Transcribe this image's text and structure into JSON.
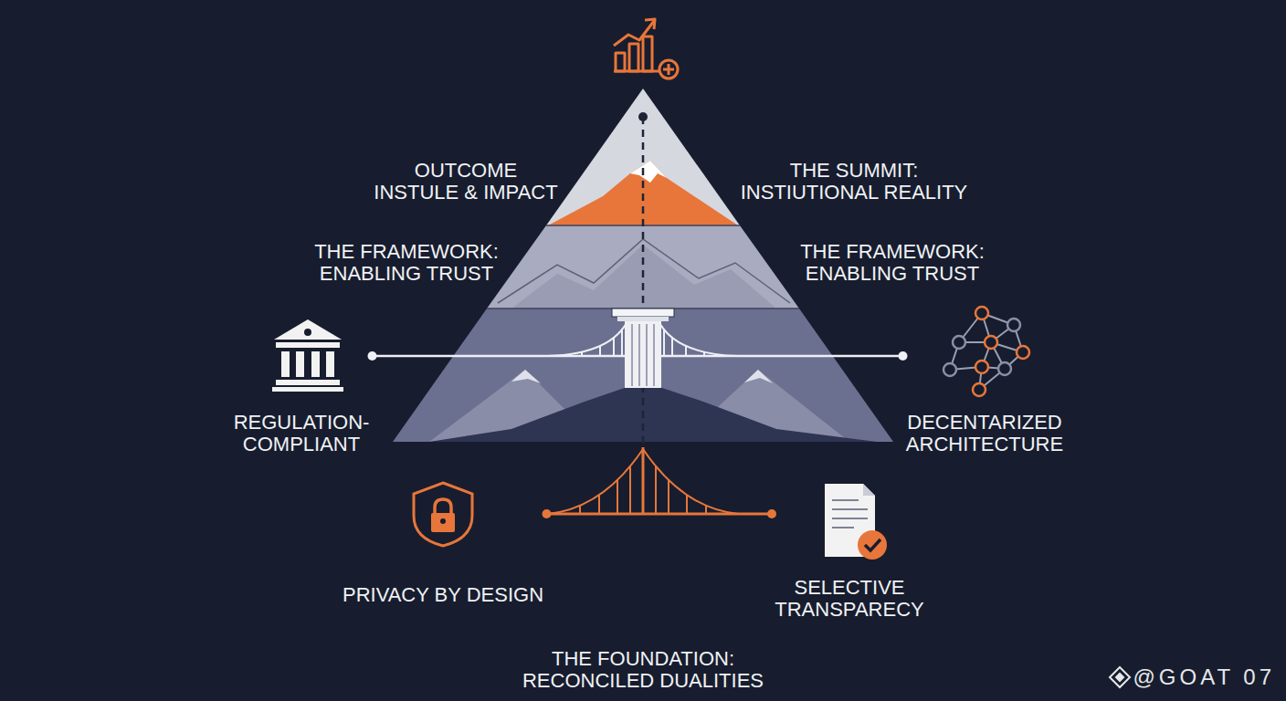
{
  "diagram": {
    "nodes": [
      {
        "text": [
          "REGULATION- COMPLIANT"
        ]
      },
      {
        "text": [
          "DECENTARIZED ARCHITECTURE"
        ]
      },
      {
        "text": [
          "PRIVACY BY DESIGN"
        ]
      },
      {
        "text": [
          "SELECTIVE TRANSPARECY"
        ]
      }
    ],
    "edges": [
      {
        "from": 0,
        "to": 1,
        "arrow": "none"
      },
      {
        "from": 2,
        "to": 3,
        "arrow": "none"
      }
    ],
    "labels": [
      "OUTCOME INSTULE & IMPACT",
      "THE SUMMIT: INSTIUTIONAL REALITY",
      "THE FRAMEWORK: ENABLING TRUST",
      "THE FRAMEWORK: ENABLING TRUST",
      "THE FOUNDATION: RECONCILED DUALITIES",
      "@GOAT 07"
    ]
  }
}
